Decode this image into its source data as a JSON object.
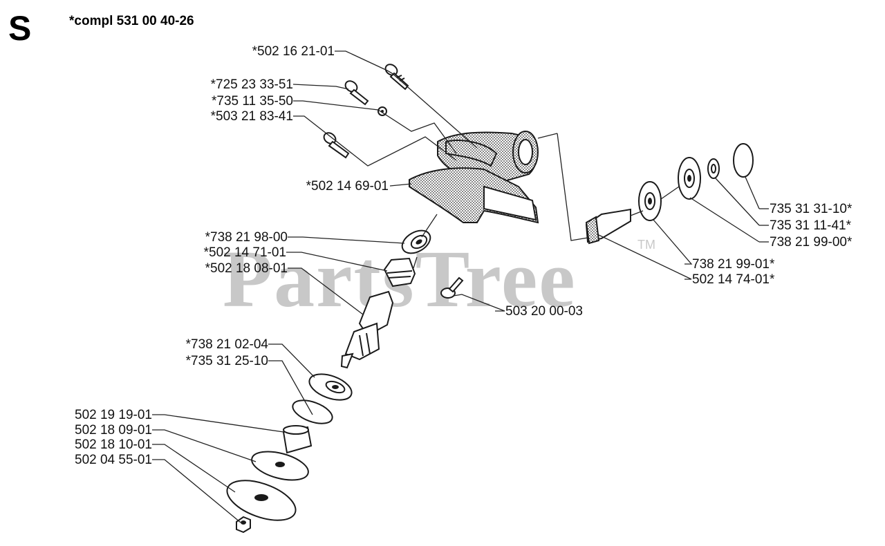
{
  "section_letter": "S",
  "assembly_title": "*compl 531 00 40-26",
  "watermark": {
    "text": "PartsTree",
    "trademark": "TM",
    "color": "#c8c8c8"
  },
  "colors": {
    "ink": "#1a1a1a",
    "background": "#ffffff",
    "watermark": "#c8c8c8"
  },
  "labels_left": [
    {
      "id": "l1",
      "text": "*502 16 21-01"
    },
    {
      "id": "l2",
      "text": "*725 23 33-51"
    },
    {
      "id": "l3",
      "text": "*735 11 35-50"
    },
    {
      "id": "l4",
      "text": "*503 21 83-41"
    },
    {
      "id": "l5",
      "text": "*502 14 69-01"
    },
    {
      "id": "l6",
      "text": "*738 21 98-00"
    },
    {
      "id": "l7",
      "text": "*502 14 71-01"
    },
    {
      "id": "l8",
      "text": "*502 18 08-01"
    },
    {
      "id": "l9",
      "text": "*738 21 02-04"
    },
    {
      "id": "l10",
      "text": "*735 31 25-10"
    },
    {
      "id": "l11",
      "text": "502 19 19-01"
    },
    {
      "id": "l12",
      "text": "502 18 09-01"
    },
    {
      "id": "l13",
      "text": "502 18 10-01"
    },
    {
      "id": "l14",
      "text": "502 04 55-01"
    }
  ],
  "labels_right": [
    {
      "id": "r1",
      "text": "735 31 31-10*"
    },
    {
      "id": "r2",
      "text": "735 31 11-41*"
    },
    {
      "id": "r3",
      "text": "738 21 99-00*"
    },
    {
      "id": "r4",
      "text": "738 21 99-01*"
    },
    {
      "id": "r5",
      "text": "502 14 74-01*"
    },
    {
      "id": "r6",
      "text": "503 20 00-03"
    }
  ]
}
